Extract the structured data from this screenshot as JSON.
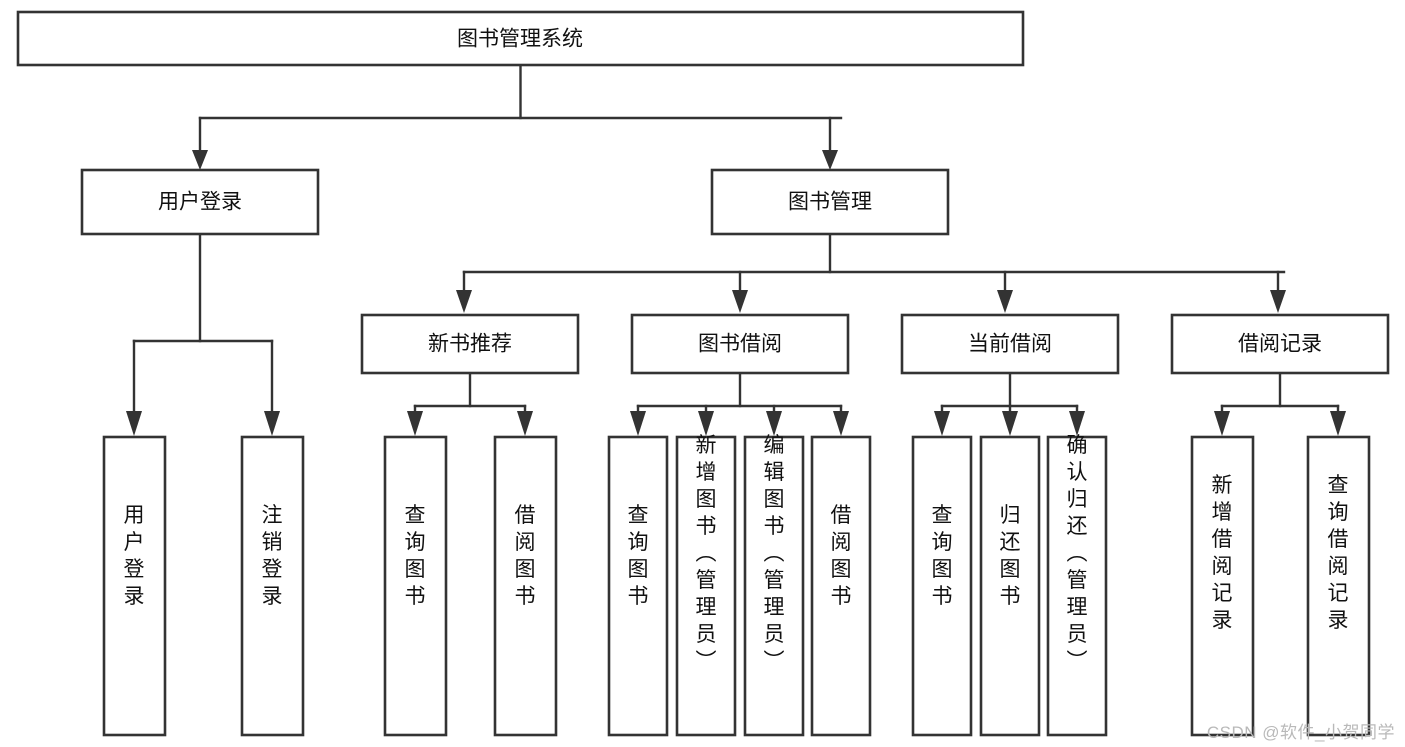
{
  "diagram": {
    "title": "图书管理系统",
    "type": "tree-hierarchy",
    "root": {
      "id": "root",
      "label": "图书管理系统"
    },
    "level2": [
      {
        "id": "user-login",
        "label": "用户登录"
      },
      {
        "id": "book-manage",
        "label": "图书管理"
      }
    ],
    "level3": [
      {
        "id": "new-book-recommend",
        "label": "新书推荐",
        "parent": "book-manage"
      },
      {
        "id": "book-borrow",
        "label": "图书借阅",
        "parent": "book-manage"
      },
      {
        "id": "current-borrow",
        "label": "当前借阅",
        "parent": "book-manage"
      },
      {
        "id": "borrow-record",
        "label": "借阅记录",
        "parent": "book-manage"
      }
    ],
    "leaves": {
      "user-login": [
        {
          "id": "leaf-user-login",
          "label": "用户登录"
        },
        {
          "id": "leaf-user-logout",
          "label": "注销登录"
        }
      ],
      "new-book-recommend": [
        {
          "id": "leaf-query-book-1",
          "label": "查询图书"
        },
        {
          "id": "leaf-borrow-book-1",
          "label": "借阅图书"
        }
      ],
      "book-borrow": [
        {
          "id": "leaf-query-book-2",
          "label": "查询图书"
        },
        {
          "id": "leaf-add-book",
          "label": "新增图书（管理员）"
        },
        {
          "id": "leaf-edit-book",
          "label": "编辑图书（管理员）"
        },
        {
          "id": "leaf-borrow-book-2",
          "label": "借阅图书"
        }
      ],
      "current-borrow": [
        {
          "id": "leaf-query-book-3",
          "label": "查询图书"
        },
        {
          "id": "leaf-return-book",
          "label": "归还图书"
        },
        {
          "id": "leaf-confirm-return",
          "label": "确认归还（管理员）"
        }
      ],
      "borrow-record": [
        {
          "id": "leaf-add-record",
          "label": "新增借阅记录"
        },
        {
          "id": "leaf-query-record",
          "label": "查询借阅记录"
        }
      ]
    }
  },
  "watermark": {
    "text": "CSDN @软件_小贺同学"
  },
  "colors": {
    "box_stroke": "#333333",
    "box_fill": "#ffffff",
    "text": "#111111",
    "watermark": "#b9b9b9",
    "background": "#ffffff"
  }
}
